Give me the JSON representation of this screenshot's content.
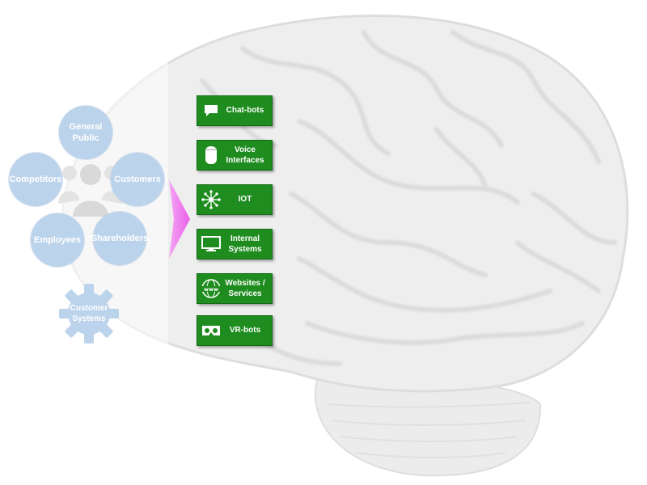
{
  "stakeholders": {
    "general_public": "General Public",
    "competitors": "Competitors",
    "customers": "Customers",
    "employees": "Employees",
    "shareholders": "Shareholders"
  },
  "customer_systems": "Customer Systems",
  "channels": [
    {
      "label": "Chat-bots",
      "icon": "chat-bubble-icon"
    },
    {
      "label": "Voice Interfaces",
      "icon": "smart-speaker-icon"
    },
    {
      "label": "IOT",
      "icon": "network-hub-icon"
    },
    {
      "label": "Internal Systems",
      "icon": "monitor-icon"
    },
    {
      "label": "Websites / Services",
      "icon": "www-globe-icon"
    },
    {
      "label": "VR-bots",
      "icon": "vr-headset-icon"
    }
  ],
  "colors": {
    "channel_green": "#1e8c1e",
    "stakeholder_blue": "#bcd3ec",
    "arrow_magenta": "#f07cf0",
    "brain_fill": "#efefef"
  }
}
